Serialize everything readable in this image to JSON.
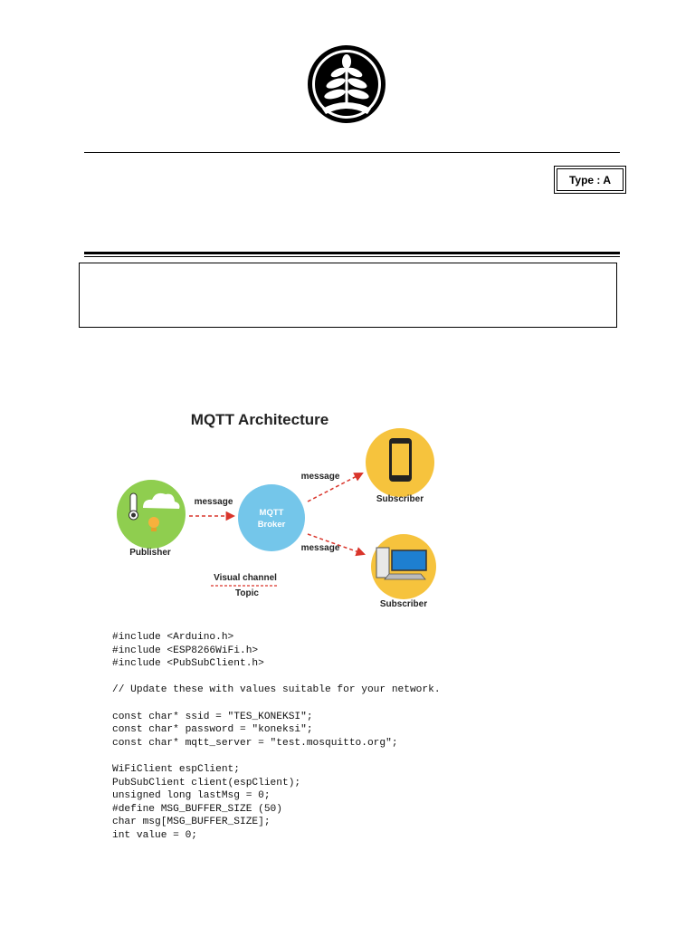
{
  "header": {
    "type_label": "Type : A"
  },
  "diagram": {
    "title": "MQTT Architecture",
    "publisher_label": "Publisher",
    "broker_label_line1": "MQTT",
    "broker_label_line2": "Broker",
    "subscriber_top_label": "Subscriber",
    "subscriber_bottom_label": "Subscriber",
    "arrow_publisher_label": "message",
    "arrow_top_label": "message",
    "arrow_bottom_label": "message",
    "legend_line1": "Visual channel",
    "legend_line2": "Topic",
    "colors": {
      "publisher": "#8fce4f",
      "broker": "#74c6ea",
      "subscriber": "#f6c33d",
      "arrow": "#d9352b"
    }
  },
  "code_lines": [
    "#include <Arduino.h>",
    "#include <ESP8266WiFi.h>",
    "#include <PubSubClient.h>",
    "",
    "// Update these with values suitable for your network.",
    "",
    "const char* ssid = \"TES_KONEKSI\";",
    "const char* password = \"koneksi\";",
    "const char* mqtt_server = \"test.mosquitto.org\";",
    "",
    "WiFiClient espClient;",
    "PubSubClient client(espClient);",
    "unsigned long lastMsg = 0;",
    "#define MSG_BUFFER_SIZE (50)",
    "char msg[MSG_BUFFER_SIZE];",
    "int value = 0;"
  ]
}
